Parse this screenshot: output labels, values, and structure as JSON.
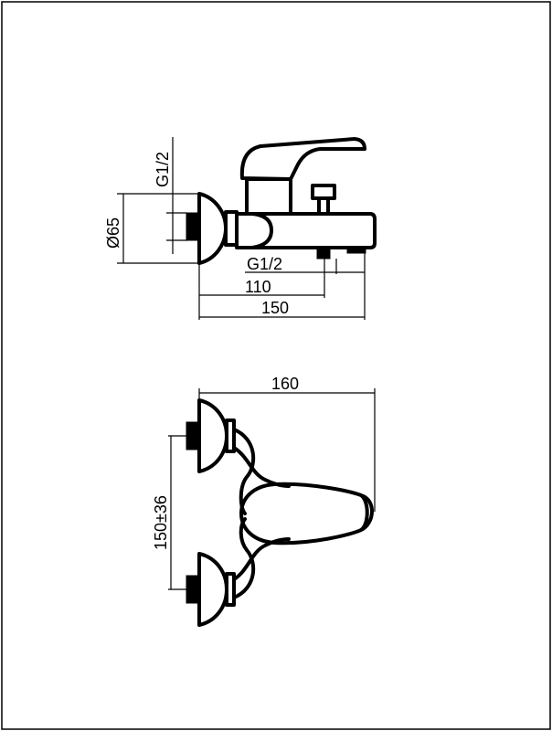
{
  "side_view": {
    "dim_inlet_thread": "G1/2",
    "dim_rosette_diameter": "Ø65",
    "dim_outlet_thread": "G1/2",
    "dim_outlet_distance": "110",
    "dim_total_depth": "150"
  },
  "top_view": {
    "dim_width": "160",
    "dim_center_distance": "150±36"
  }
}
